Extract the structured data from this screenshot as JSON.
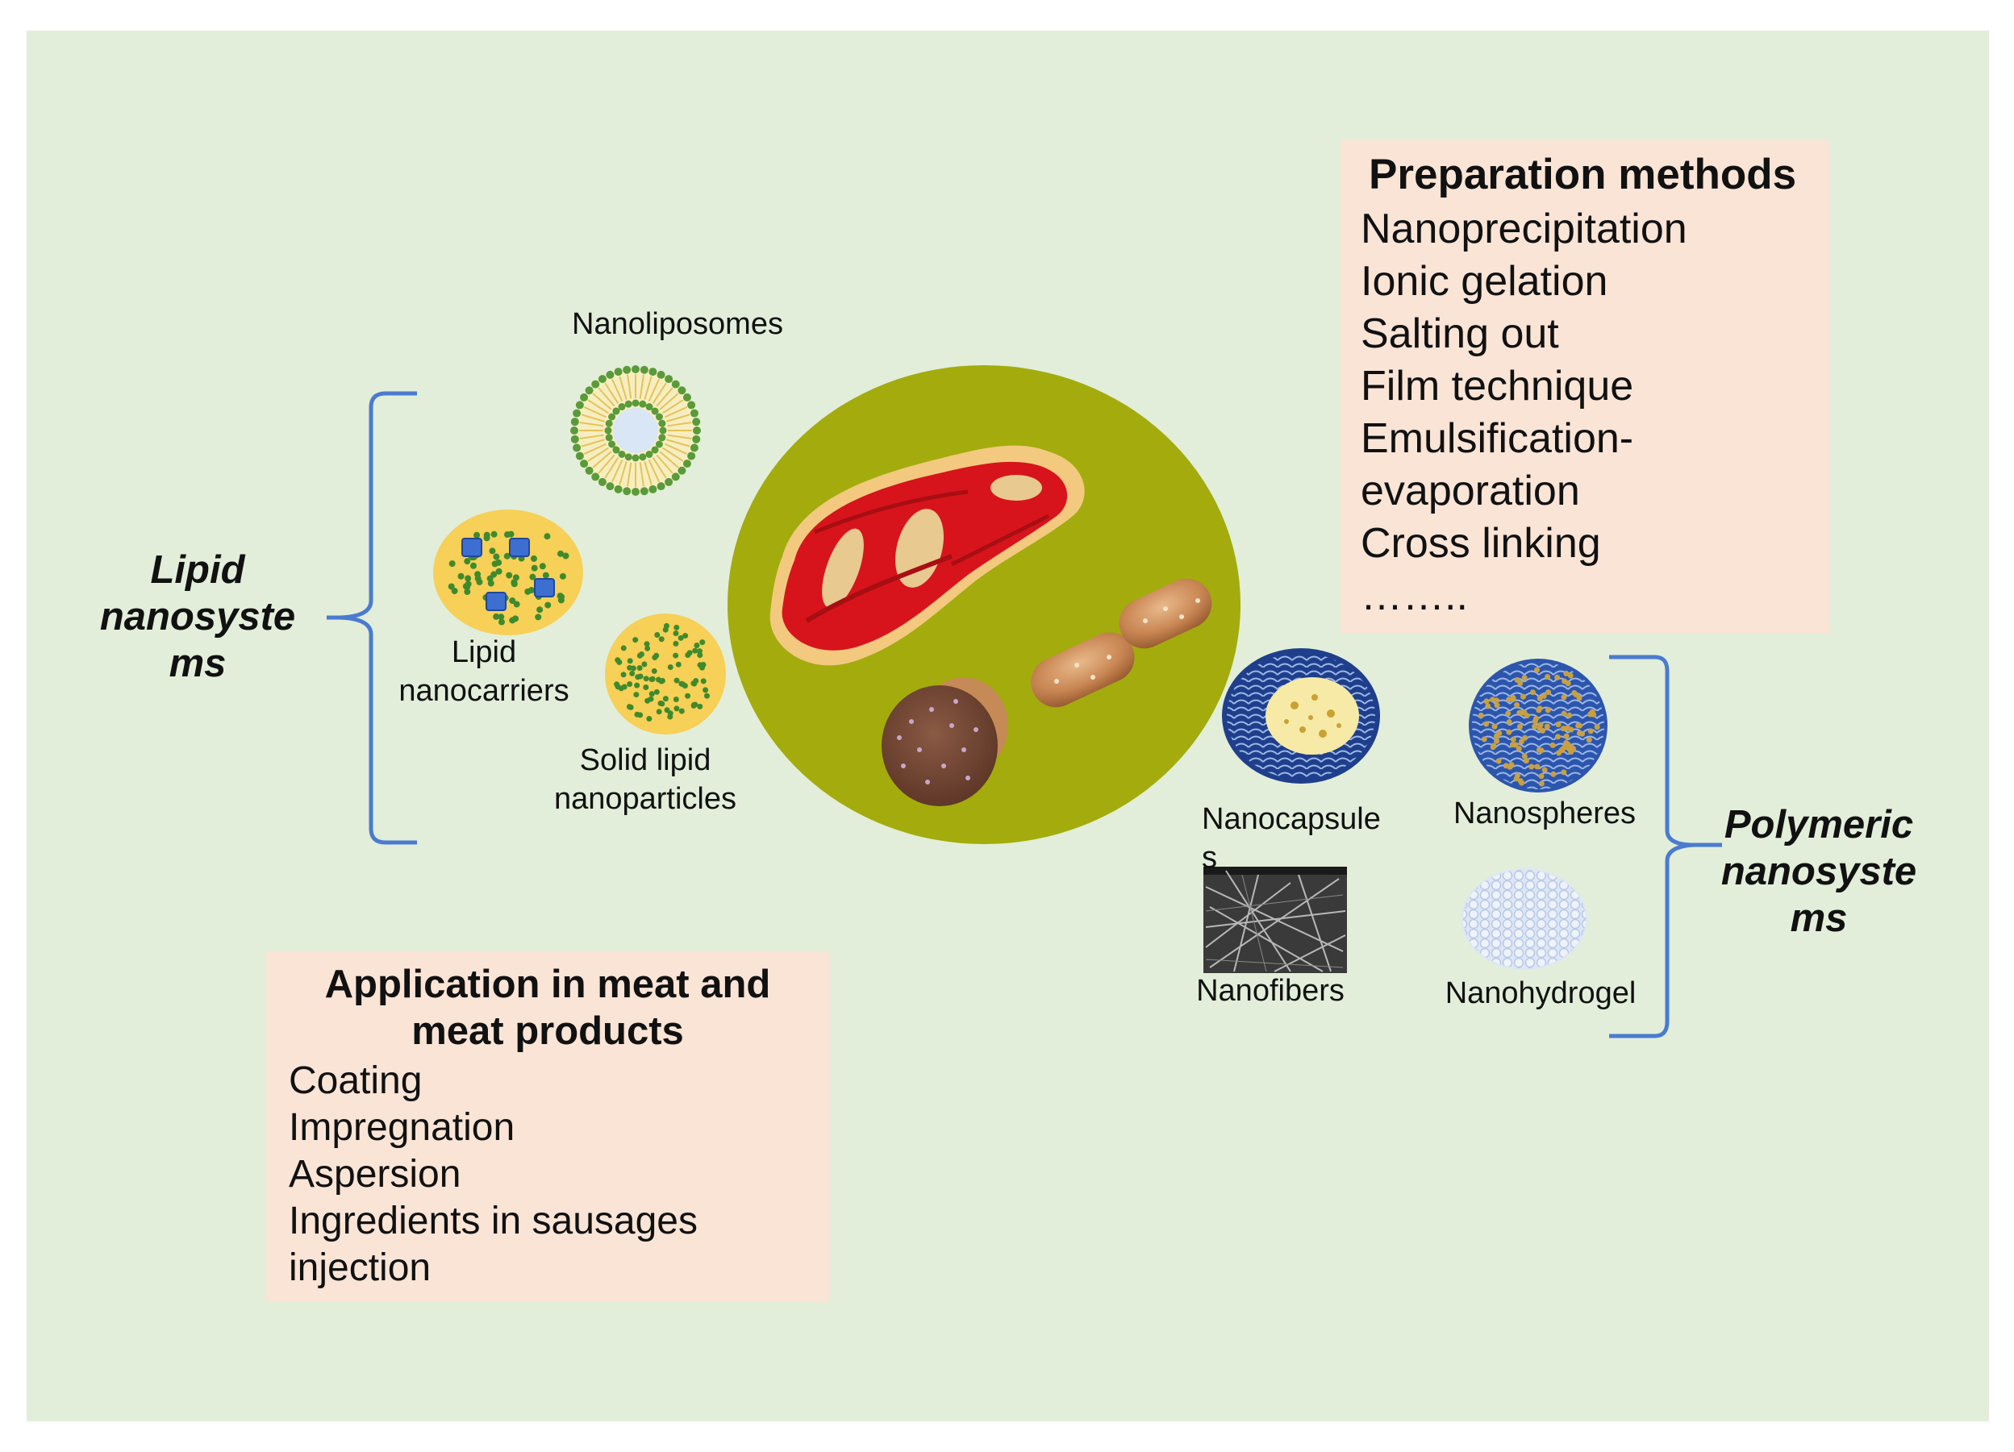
{
  "labels": {
    "nanoliposomes": "Nanoliposomes",
    "lipid_nanocarriers": "Lipid\nnanocarriers",
    "solid_lipid_nanoparticles": "Solid  lipid\nnanoparticles",
    "nanocapsules": "Nanocapsule\ns",
    "nanospheres": "Nanospheres",
    "nanofibers": "Nanofibers",
    "nanohydrogel": "Nanohydrogel"
  },
  "groups": {
    "lipid": "Lipid\nnanosyste\nms",
    "polymeric": "Polymeric\nnanosyste\nms"
  },
  "preparation": {
    "title": "Preparation methods",
    "items": [
      "Nanoprecipitation",
      "Ionic gelation",
      "Salting out",
      "Film technique",
      "Emulsification-",
      "evaporation",
      "Cross linking",
      "…….."
    ]
  },
  "application": {
    "title": "Application in meat and\nmeat products",
    "items": [
      "Coating",
      "Impregnation",
      "Aspersion",
      "Ingredients in sausages",
      "injection"
    ]
  },
  "colors": {
    "background": "#e2eed9",
    "center_circle": "#a3ac0c",
    "bracket": "#4a7bd0",
    "box": "#f9e4d6"
  },
  "icons": [
    "nanoliposome-icon",
    "lipid-nanocarrier-icon",
    "solid-lipid-nanoparticle-icon",
    "steak-icon",
    "meat-slice-icon",
    "sausage-icon",
    "nanocapsule-icon",
    "nanosphere-icon",
    "nanofiber-micrograph",
    "nanohydrogel-icon"
  ]
}
